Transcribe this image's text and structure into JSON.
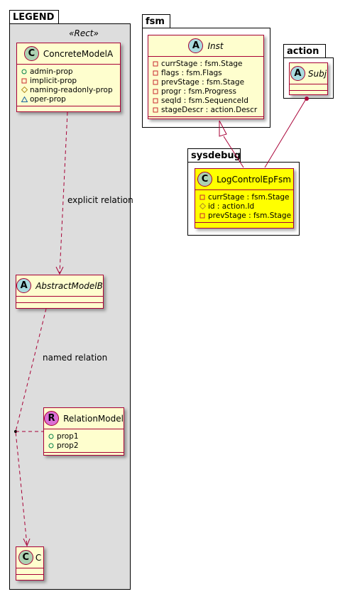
{
  "legend": {
    "package_label": "LEGEND",
    "stereotype": "«Rect»",
    "concrete_model": {
      "badge": "C",
      "name": "ConcreteModelA",
      "attributes": [
        {
          "visibility": "public",
          "icon": "circle-open-icon",
          "text": "admin-prop"
        },
        {
          "visibility": "private",
          "icon": "square-open-icon",
          "text": "implicit-prop"
        },
        {
          "visibility": "protected",
          "icon": "diamond-open-icon",
          "text": "naming-readonly-prop"
        },
        {
          "visibility": "package",
          "icon": "triangle-open-icon",
          "text": "oper-prop"
        }
      ]
    },
    "explicit_relation_label": "explicit relation",
    "abstract_model": {
      "badge": "A",
      "name": "AbstractModelB"
    },
    "named_relation_label": "named relation",
    "relation_model": {
      "badge": "R",
      "name": "RelationModel",
      "attributes": [
        {
          "visibility": "public",
          "icon": "circle-open-icon",
          "text": "prop1"
        },
        {
          "visibility": "public",
          "icon": "circle-open-icon",
          "text": "prop2"
        }
      ]
    },
    "target_model": {
      "badge": "C",
      "name": "C"
    }
  },
  "fsm": {
    "package_label": "fsm",
    "inst": {
      "badge": "A",
      "name": "Inst",
      "attributes": [
        {
          "visibility": "private",
          "icon": "square-open-icon",
          "text": "currStage : fsm.Stage"
        },
        {
          "visibility": "private",
          "icon": "square-open-icon",
          "text": "flags : fsm.Flags"
        },
        {
          "visibility": "private",
          "icon": "square-open-icon",
          "text": "prevStage : fsm.Stage"
        },
        {
          "visibility": "private",
          "icon": "square-open-icon",
          "text": "progr : fsm.Progress"
        },
        {
          "visibility": "private",
          "icon": "square-open-icon",
          "text": "seqId : fsm.SequenceId"
        },
        {
          "visibility": "private",
          "icon": "square-open-icon",
          "text": "stageDescr : action.Descr"
        }
      ]
    }
  },
  "action": {
    "package_label": "action",
    "subj": {
      "badge": "A",
      "name": "Subj"
    }
  },
  "sysdebug": {
    "package_label": "sysdebug",
    "log_control": {
      "badge": "C",
      "name": "LogControlEpFsm",
      "attributes": [
        {
          "visibility": "private",
          "icon": "square-open-icon",
          "text": "currStage : fsm.Stage"
        },
        {
          "visibility": "protected",
          "icon": "diamond-open-icon",
          "text": "id : action.Id"
        },
        {
          "visibility": "private",
          "icon": "square-open-icon",
          "text": "prevStage : fsm.Stage"
        }
      ]
    }
  },
  "colors": {
    "class_fill": "#FEFECE",
    "class_border": "#A80036",
    "highlight_fill": "#FFFF00",
    "legend_fill": "#DDDDDD",
    "relation_line": "#A80036"
  }
}
